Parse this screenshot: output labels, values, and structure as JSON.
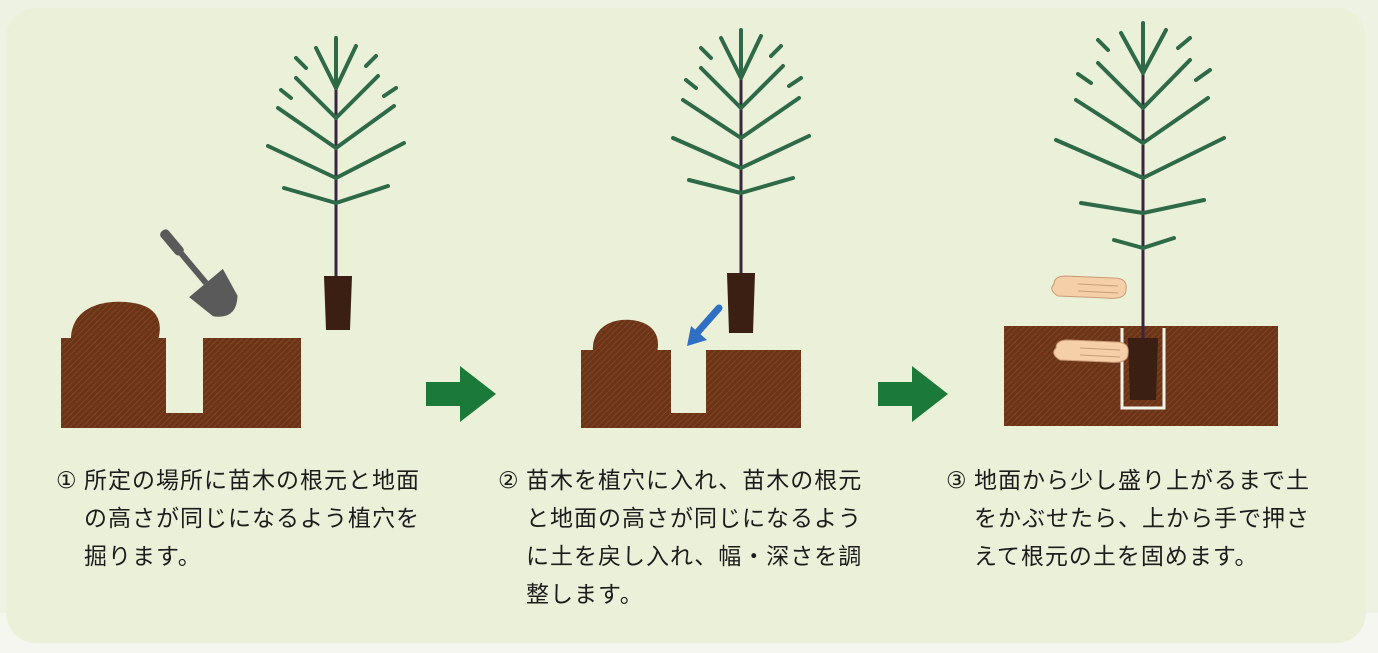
{
  "steps": [
    {
      "number": "①",
      "text": "所定の場所に苗木の根元と地面の高さが同じになるよう植穴を掘ります。"
    },
    {
      "number": "②",
      "text": "苗木を植穴に入れ、苗木の根元と地面の高さが同じになるように土を戻し入れ、幅・深さを調整します。"
    },
    {
      "number": "③",
      "text": "地面から少し盛り上がるまで土をかぶせたら、上から手で押さえて根元の土を固めます。"
    }
  ],
  "colors": {
    "panel": "#ebf1d9",
    "soil": "#6b3417",
    "soil_texture": "#7d4324",
    "hole": "#f2f4ea",
    "foliage": "#2f6a48",
    "trunk": "#3a2540",
    "pot": "#3a1f12",
    "arrow": "#1b7a3a",
    "trowel": "#5a5a5a",
    "small_arrow": "#2f6fc4",
    "hand": "#f5cfa8"
  }
}
